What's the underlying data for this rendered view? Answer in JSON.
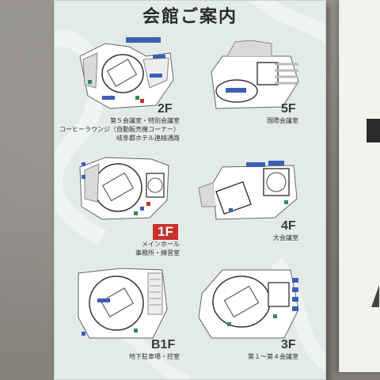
{
  "board": {
    "title": "会館ご案内",
    "accent_color": "#c9302c",
    "background_color": "#e3ebe7"
  },
  "floors": [
    {
      "id": "2F",
      "label": "2F",
      "current": false,
      "lines": [
        "第５会議室・特別会議室",
        "コーヒーラウンジ（自動販売機コーナー）",
        "岐阜都ホテル連絡通路"
      ]
    },
    {
      "id": "5F",
      "label": "5F",
      "current": false,
      "lines": [
        "国際会議室"
      ]
    },
    {
      "id": "1F",
      "label": "1F",
      "current": true,
      "lines": [
        "メインホール",
        "事務所・練習室"
      ]
    },
    {
      "id": "4F",
      "label": "4F",
      "current": false,
      "lines": [
        "大会議室"
      ]
    },
    {
      "id": "B1F",
      "label": "B1F",
      "current": false,
      "lines": [
        "地下駐車場・控室"
      ]
    },
    {
      "id": "3F",
      "label": "3F",
      "current": false,
      "lines": [
        "第１～第４会議室"
      ]
    }
  ]
}
